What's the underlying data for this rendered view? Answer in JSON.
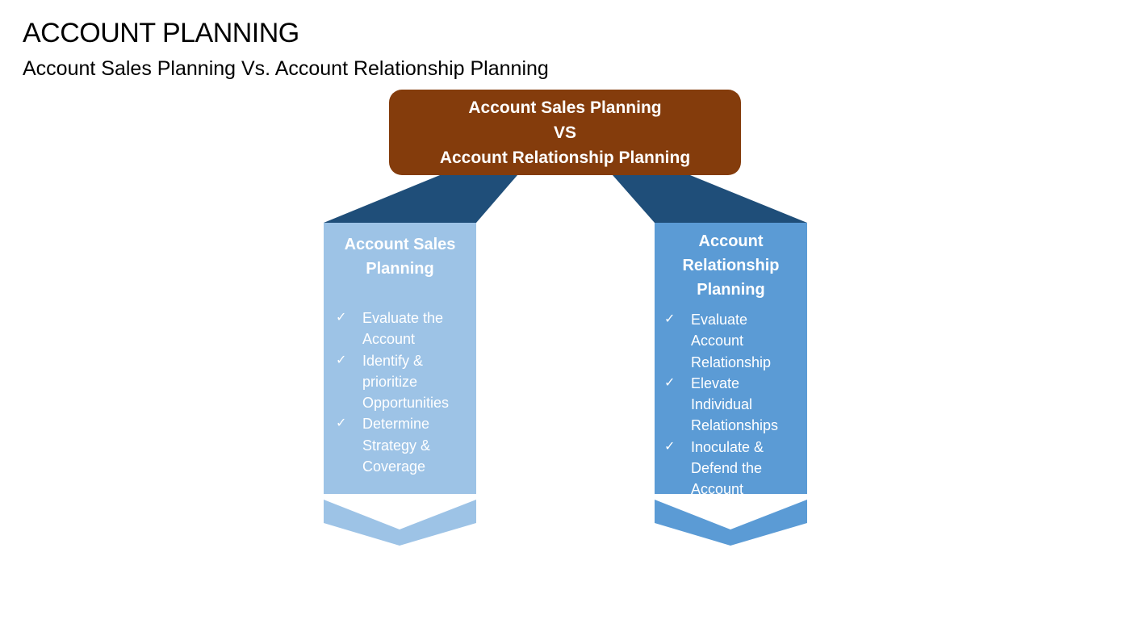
{
  "header": {
    "title": "ACCOUNT PLANNING",
    "subtitle": "Account Sales Planning Vs. Account Relationship Planning"
  },
  "colors": {
    "top_box": "#843c0c",
    "connector": "#1f4e79",
    "left_panel": "#9dc3e6",
    "right_panel": "#5b9bd5",
    "text": "#ffffff"
  },
  "top_box": {
    "lines": [
      "Account Sales Planning",
      "VS",
      "Account Relationship Planning"
    ]
  },
  "left_panel": {
    "heading_lines": [
      "Account Sales",
      "Planning"
    ],
    "check_icon": "check-icon",
    "items": [
      {
        "lines": [
          "Evaluate the",
          "Account"
        ]
      },
      {
        "lines": [
          "Identify &",
          "prioritize",
          "Opportunities"
        ]
      },
      {
        "lines": [
          "Determine",
          "Strategy &",
          "Coverage"
        ]
      }
    ]
  },
  "right_panel": {
    "heading_lines": [
      "Account",
      "Relationship",
      "Planning"
    ],
    "check_icon": "check-icon",
    "items": [
      {
        "lines": [
          "Evaluate",
          "Account",
          "Relationship"
        ]
      },
      {
        "lines": [
          "Elevate",
          "Individual",
          "Relationships"
        ]
      },
      {
        "lines": [
          "Inoculate &",
          "Defend the",
          "Account"
        ]
      }
    ]
  }
}
